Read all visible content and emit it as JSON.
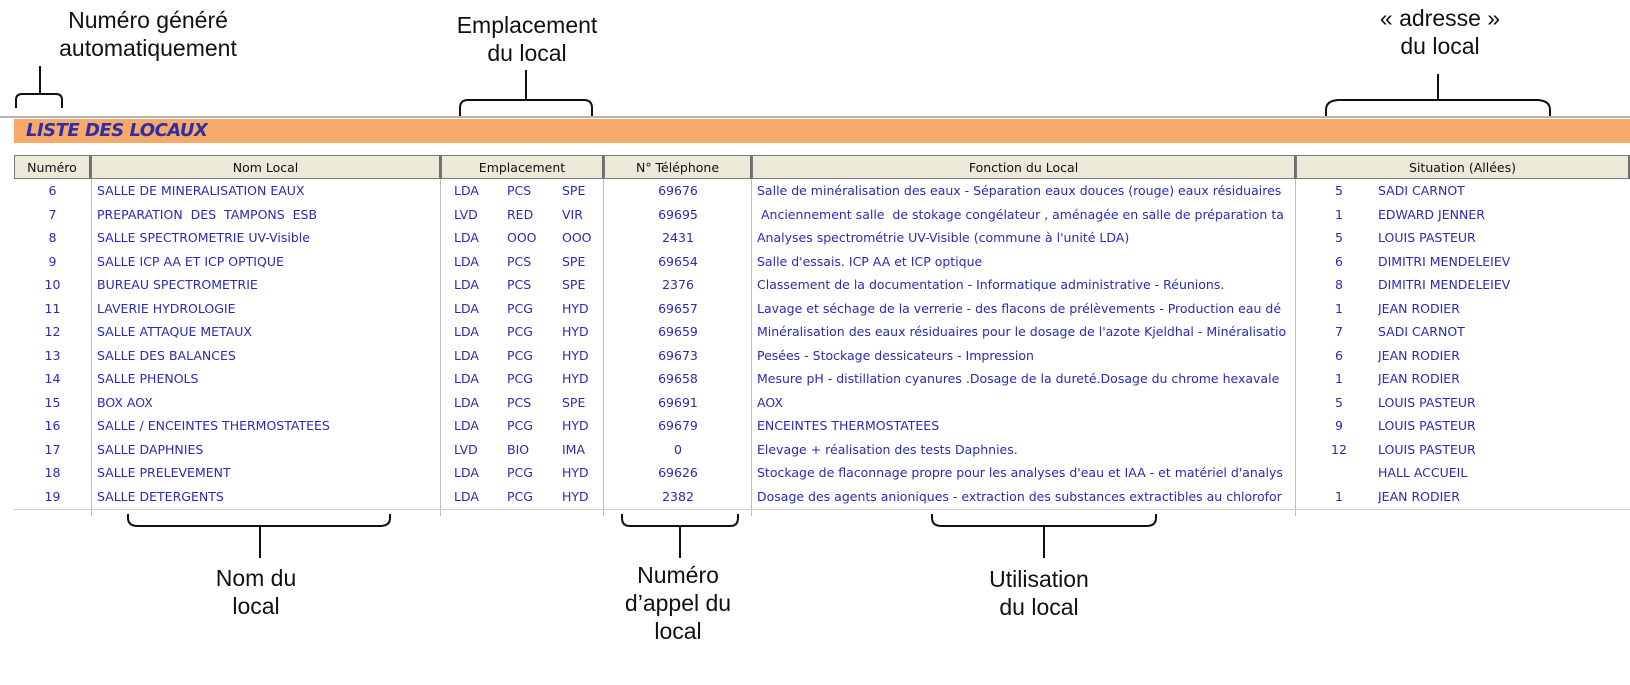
{
  "annotations": {
    "numero": "Numéro généré\nautomatiquement",
    "emplacement": "Emplacement\ndu local",
    "adresse": "« adresse »\ndu local",
    "nom": "Nom du\nlocal",
    "telephone": "Numéro\nd’appel du\nlocal",
    "utilisation": "Utilisation\ndu local"
  },
  "window": {
    "title": "LISTE DES LOCAUX"
  },
  "headers": {
    "numero": "Numéro",
    "nom": "Nom Local",
    "emplacement": "Emplacement",
    "telephone": "N° Téléphone",
    "fonction": "Fonction du Local",
    "situation": "Situation (Allées)"
  },
  "rows": [
    {
      "num": "6",
      "nom": "SALLE DE MINERALISATION EAUX",
      "e1": "LDA",
      "e2": "PCS",
      "e3": "SPE",
      "tel": "69676",
      "fonction": "Salle de minéralisation des eaux - Séparation eaux douces (rouge) eaux résiduaires",
      "sit_num": "5",
      "sit_allee": "SADI CARNOT"
    },
    {
      "num": "7",
      "nom": "PREPARATION  DES  TAMPONS  ESB",
      "e1": "LVD",
      "e2": "RED",
      "e3": "VIR",
      "tel": "69695",
      "fonction": " Anciennement salle  de stokage congélateur , aménagée en salle de préparation ta",
      "sit_num": "1",
      "sit_allee": "EDWARD JENNER"
    },
    {
      "num": "8",
      "nom": "SALLE SPECTROMETRIE UV-Visible",
      "e1": "LDA",
      "e2": "OOO",
      "e3": "OOO",
      "tel": "2431",
      "fonction": "Analyses spectrométrie UV-Visible (commune à l'unité LDA)",
      "sit_num": "5",
      "sit_allee": "LOUIS PASTEUR"
    },
    {
      "num": "9",
      "nom": "SALLE ICP AA ET ICP OPTIQUE",
      "e1": "LDA",
      "e2": "PCS",
      "e3": "SPE",
      "tel": "69654",
      "fonction": "Salle d'essais. ICP AA et ICP optique",
      "sit_num": "6",
      "sit_allee": "DIMITRI MENDELEIEV"
    },
    {
      "num": "10",
      "nom": "BUREAU SPECTROMETRIE",
      "e1": "LDA",
      "e2": "PCS",
      "e3": "SPE",
      "tel": "2376",
      "fonction": "Classement de la documentation - Informatique administrative - Réunions.",
      "sit_num": "8",
      "sit_allee": "DIMITRI MENDELEIEV"
    },
    {
      "num": "11",
      "nom": "LAVERIE HYDROLOGIE",
      "e1": "LDA",
      "e2": "PCG",
      "e3": "HYD",
      "tel": "69657",
      "fonction": "Lavage et séchage de la verrerie - des flacons de prélèvements - Production eau dé",
      "sit_num": "1",
      "sit_allee": "JEAN RODIER"
    },
    {
      "num": "12",
      "nom": "SALLE ATTAQUE METAUX",
      "e1": "LDA",
      "e2": "PCG",
      "e3": "HYD",
      "tel": "69659",
      "fonction": "Minéralisation des eaux résiduaires pour le dosage de l'azote Kjeldhal - Minéralisatio",
      "sit_num": "7",
      "sit_allee": "SADI CARNOT"
    },
    {
      "num": "13",
      "nom": "SALLE DES BALANCES",
      "e1": "LDA",
      "e2": "PCG",
      "e3": "HYD",
      "tel": "69673",
      "fonction": "Pesées - Stockage dessicateurs - Impression",
      "sit_num": "6",
      "sit_allee": "JEAN RODIER"
    },
    {
      "num": "14",
      "nom": "SALLE PHENOLS",
      "e1": "LDA",
      "e2": "PCG",
      "e3": "HYD",
      "tel": "69658",
      "fonction": "Mesure pH - distillation cyanures .Dosage de la dureté.Dosage du chrome hexavale",
      "sit_num": "1",
      "sit_allee": "JEAN RODIER"
    },
    {
      "num": "15",
      "nom": "BOX AOX",
      "e1": "LDA",
      "e2": "PCS",
      "e3": "SPE",
      "tel": "69691",
      "fonction": "AOX",
      "sit_num": "5",
      "sit_allee": "LOUIS PASTEUR"
    },
    {
      "num": "16",
      "nom": "SALLE / ENCEINTES THERMOSTATEES",
      "e1": "LDA",
      "e2": "PCG",
      "e3": "HYD",
      "tel": "69679",
      "fonction": "ENCEINTES THERMOSTATEES",
      "sit_num": "9",
      "sit_allee": "LOUIS PASTEUR"
    },
    {
      "num": "17",
      "nom": "SALLE DAPHNIES",
      "e1": "LVD",
      "e2": "BIO",
      "e3": "IMA",
      "tel": "0",
      "fonction": "Elevage + réalisation des tests Daphnies.",
      "sit_num": "12",
      "sit_allee": "LOUIS PASTEUR"
    },
    {
      "num": "18",
      "nom": "SALLE PRELEVEMENT",
      "e1": "LDA",
      "e2": "PCG",
      "e3": "HYD",
      "tel": "69626",
      "fonction": "Stockage de flaconnage propre pour les analyses d'eau et IAA - et matériel d'analys",
      "sit_num": "",
      "sit_allee": "HALL ACCUEIL"
    },
    {
      "num": "19",
      "nom": "SALLE DETERGENTS",
      "e1": "LDA",
      "e2": "PCG",
      "e3": "HYD",
      "tel": "2382",
      "fonction": "Dosage des agents anioniques - extraction des substances extractibles au chlorofor",
      "sit_num": "1",
      "sit_allee": "JEAN RODIER"
    }
  ]
}
